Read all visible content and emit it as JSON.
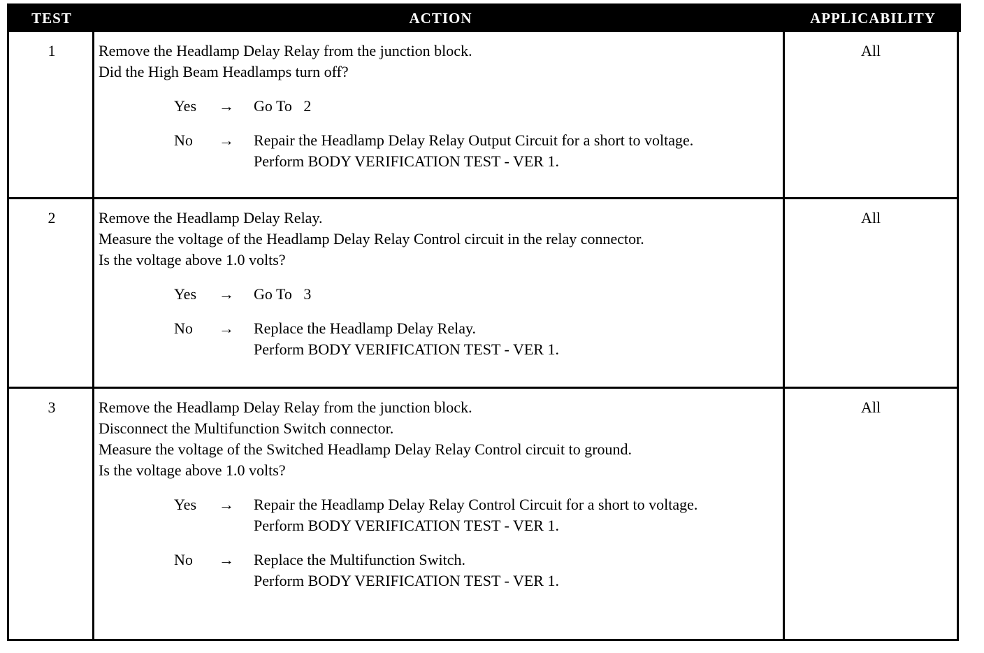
{
  "header": {
    "test": "TEST",
    "action": "ACTION",
    "applicability": "APPLICABILITY"
  },
  "rows": [
    {
      "test": "1",
      "applicability": "All",
      "lines": [
        "Remove the Headlamp Delay Relay from the junction block.",
        "Did the High Beam Headlamps turn off?"
      ],
      "yes": {
        "label": "Yes",
        "arrow": "→",
        "text": "Go To   2"
      },
      "no": {
        "label": "No",
        "arrow": "→",
        "text": "Repair the Headlamp Delay Relay Output Circuit for a short to voltage.",
        "text2": "Perform BODY VERIFICATION TEST - VER 1."
      }
    },
    {
      "test": "2",
      "applicability": "All",
      "lines": [
        "Remove the Headlamp Delay Relay.",
        "Measure the voltage of the Headlamp Delay Relay Control circuit in the relay connector.",
        "Is the voltage above 1.0 volts?"
      ],
      "yes": {
        "label": "Yes",
        "arrow": "→",
        "text": "Go To   3"
      },
      "no": {
        "label": "No",
        "arrow": "→",
        "text": "Replace the Headlamp Delay Relay.",
        "text2": "Perform BODY VERIFICATION TEST - VER 1."
      }
    },
    {
      "test": "3",
      "applicability": "All",
      "lines": [
        "Remove the Headlamp Delay Relay from the junction block.",
        "Disconnect the Multifunction Switch connector.",
        "Measure the voltage of the Switched Headlamp Delay Relay Control circuit to ground.",
        "Is the voltage above 1.0 volts?"
      ],
      "yes": {
        "label": "Yes",
        "arrow": "→",
        "text": "Repair the Headlamp Delay Relay Control Circuit for a short to voltage.",
        "text2": "Perform BODY VERIFICATION TEST - VER 1."
      },
      "no": {
        "label": "No",
        "arrow": "→",
        "text": "Replace the Multifunction Switch.",
        "text2": "Perform BODY VERIFICATION TEST - VER 1."
      }
    }
  ]
}
